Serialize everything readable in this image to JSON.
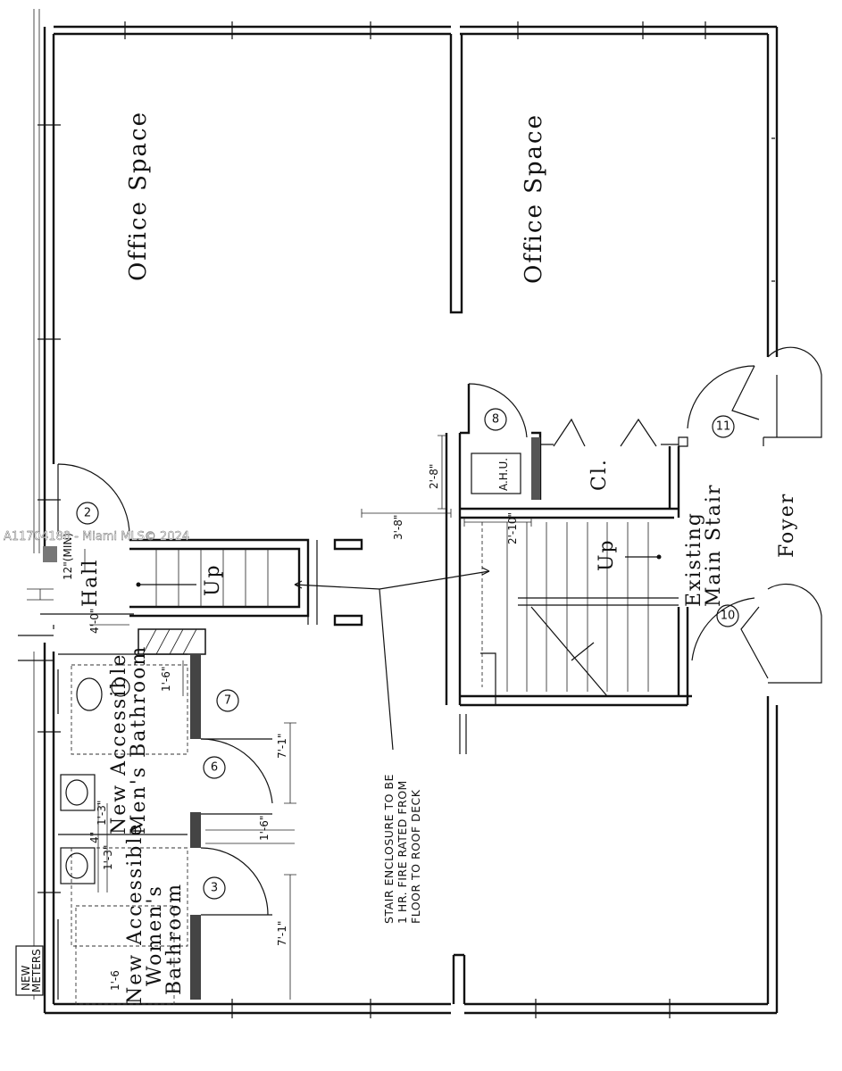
{
  "rooms": {
    "office_left": "Office Space",
    "office_right": "Office Space",
    "hall": "Hall",
    "closet": "Cl.",
    "foyer": "Foyer",
    "main_stair": [
      "Existing",
      "Main Stair"
    ],
    "mens_bath": [
      "New Accessible",
      "Men's Bathroom"
    ],
    "womens_bath": [
      "New Accessible",
      "Women's",
      "Bathroom"
    ],
    "ahu": "A.H.U."
  },
  "stair_labels": {
    "left_up": "Up",
    "right_up": "Up"
  },
  "door_tags": [
    "2",
    "3",
    "6",
    "7",
    "8",
    "10",
    "11"
  ],
  "dimensions": {
    "d_12_min": "12\"(MIN)",
    "d_4_0": "4'-0\"",
    "d_2_8": "2'-8\"",
    "d_3_8": "3'-8\"",
    "d_2_10": "2'-10\"",
    "d_1_6_a": "1'-6\"",
    "d_1_6_b": "1'-6\"",
    "d_1_6_c": "1'-6",
    "d_7_1_a": "7'-1\"",
    "d_7_1_b": "7'-1\"",
    "d_1_3_a": "1'-3\"",
    "d_1_3_b": "1'-3\"",
    "d_4": "4\""
  },
  "note": [
    "STAIR ENCLOSURE TO BE",
    "1 HR. FIRE RATED FROM",
    "FLOOR TO ROOF DECK"
  ],
  "meters": [
    "NEW",
    "METERS"
  ],
  "watermark": "A11704188 - Miami MLS© 2024"
}
